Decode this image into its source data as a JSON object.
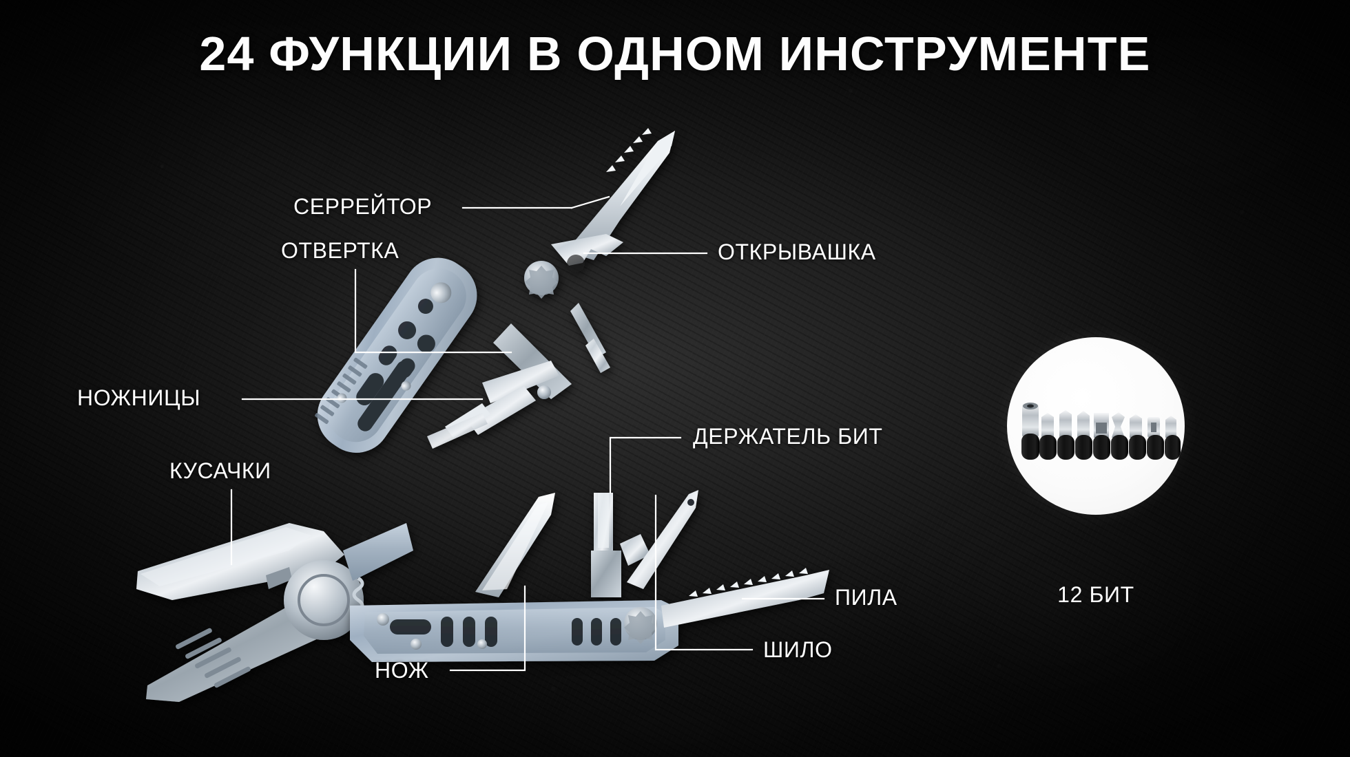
{
  "page": {
    "title": "24 ФУНКЦИИ В ОДНОМ ИНСТРУМЕНТЕ",
    "background_color": "#0d0d0d",
    "text_color": "#ffffff",
    "accent_metal": "#b8c2cc"
  },
  "callouts": [
    {
      "id": "serrator",
      "label": "СЕРРЕЙТОР"
    },
    {
      "id": "screwdriver",
      "label": "ОТВЕРТКА"
    },
    {
      "id": "bottle",
      "label": "ОТКРЫВАШКА"
    },
    {
      "id": "scissors",
      "label": "НОЖНИЦЫ"
    },
    {
      "id": "bitholder",
      "label": "ДЕРЖАТЕЛЬ БИТ"
    },
    {
      "id": "cutters",
      "label": "КУСАЧКИ"
    },
    {
      "id": "saw",
      "label": "ПИЛА"
    },
    {
      "id": "awl",
      "label": "ШИЛО"
    },
    {
      "id": "knife",
      "label": "НОЖ"
    }
  ],
  "bits_panel": {
    "caption": "12 БИТ",
    "bit_count": 12,
    "circle_background": "#ffffff"
  }
}
